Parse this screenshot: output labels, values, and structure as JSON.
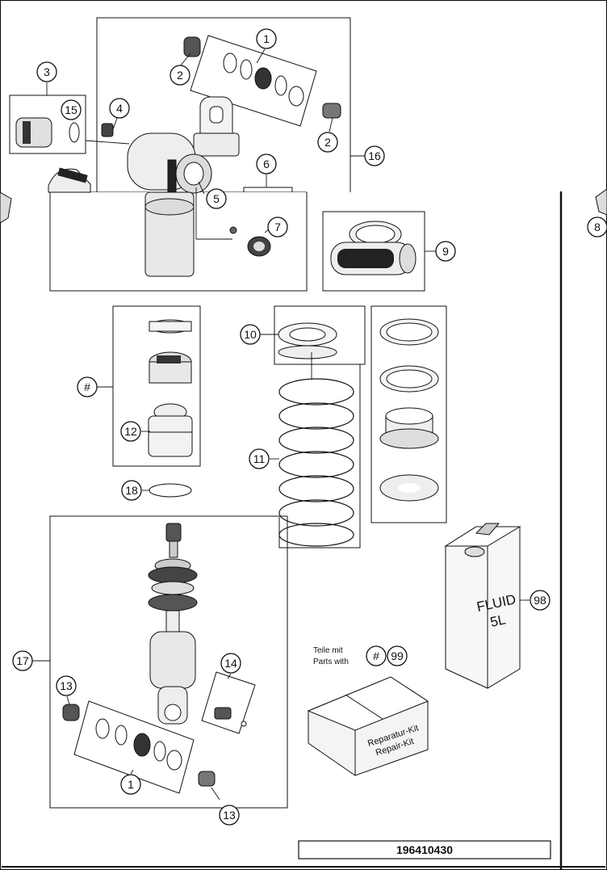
{
  "diagram_id": "196410430",
  "callouts": {
    "c1_top": "1",
    "c2_a": "2",
    "c2_b": "2",
    "c3": "3",
    "c4": "4",
    "c5": "5",
    "c6": "6",
    "c7": "7",
    "c8": "8",
    "c9": "9",
    "c10": "10",
    "c11": "11",
    "c12": "12",
    "c13_a": "13",
    "c13_b": "13",
    "c14": "14",
    "c15": "15",
    "c16": "16",
    "c17": "17",
    "c18": "18",
    "c1_bottom": "1",
    "c_hash_left": "#",
    "c_hash_note": "#",
    "c98": "98",
    "c99": "99"
  },
  "kit_note": {
    "line1": "Teile mit",
    "line2": "Parts with"
  },
  "fluid_can": {
    "line1": "FLUID",
    "line2": "5L"
  },
  "repair_kit": {
    "line1": "Reparatur-Kit",
    "line2": "Repair-Kit"
  }
}
